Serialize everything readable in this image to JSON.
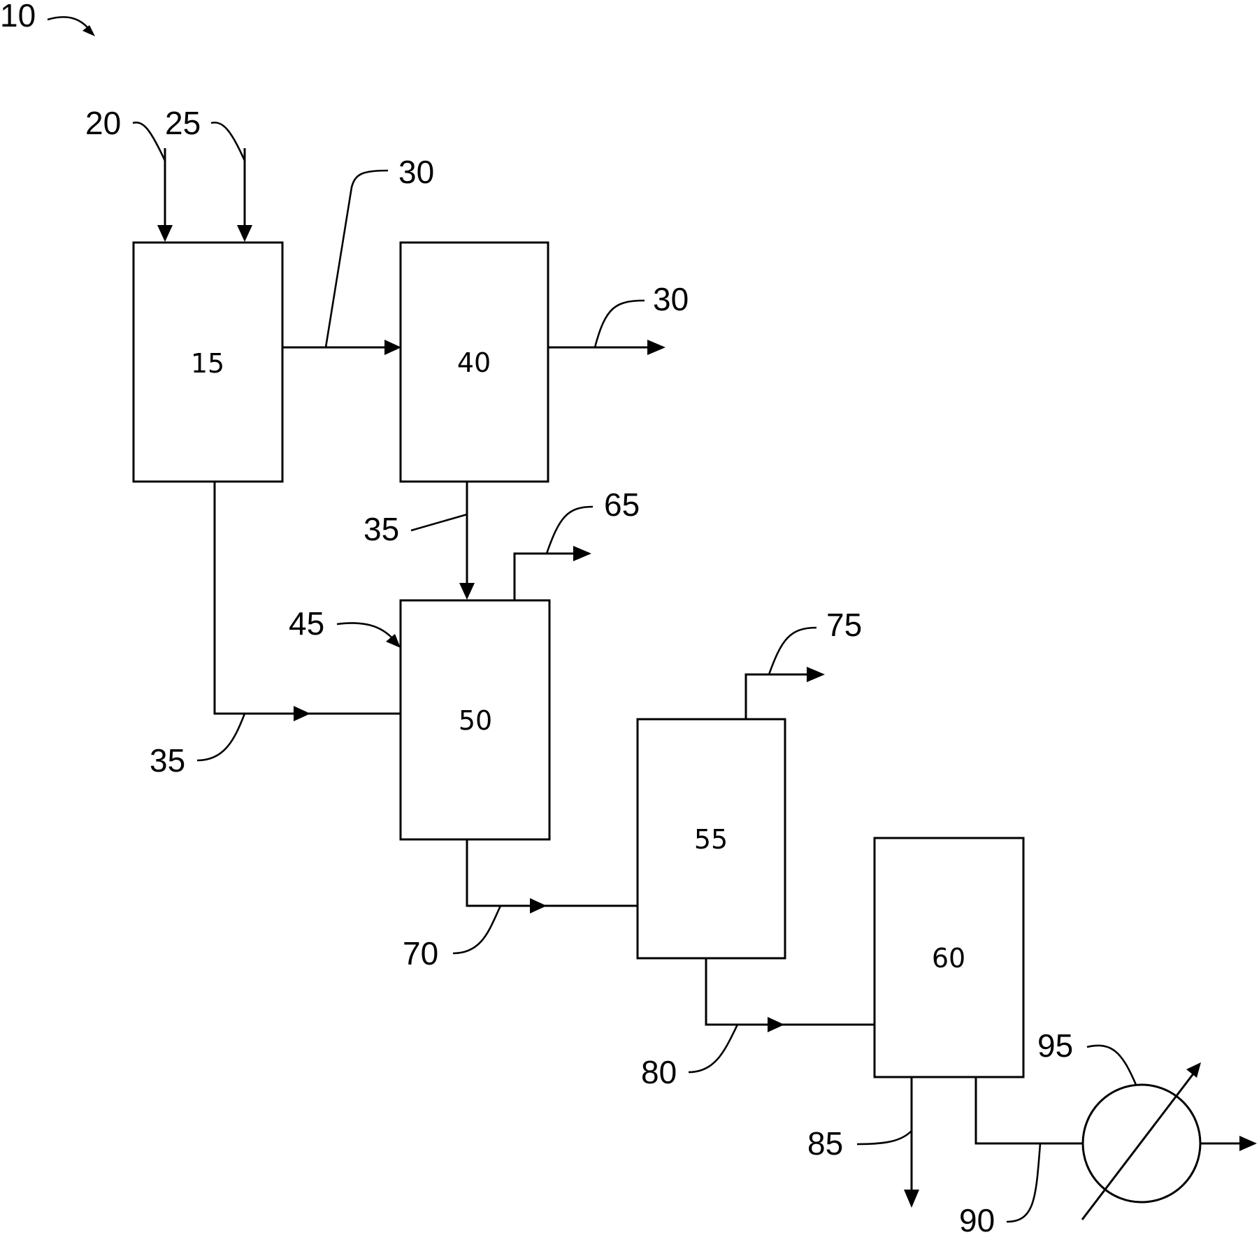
{
  "figure": {
    "ref": "10"
  },
  "units": {
    "u15": "15",
    "u40": "40",
    "u50": "50",
    "u55": "55",
    "u60": "60",
    "u95": "95"
  },
  "streams": {
    "s20": "20",
    "s25": "25",
    "s30_in": "30",
    "s30_out": "30",
    "s35_a": "35",
    "s35_b": "35",
    "s45": "45",
    "s65": "65",
    "s70": "70",
    "s75": "75",
    "s80": "80",
    "s85": "85",
    "s90": "90"
  }
}
